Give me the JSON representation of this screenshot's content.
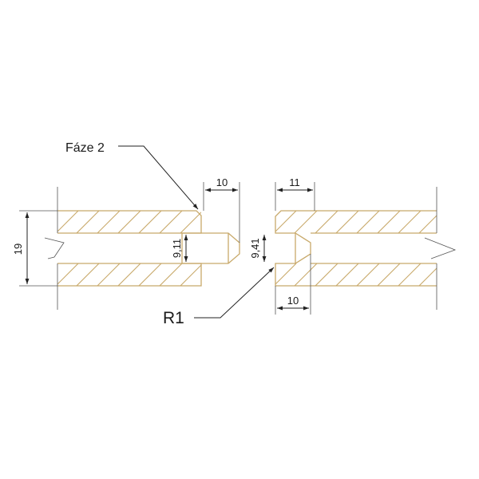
{
  "colors": {
    "board_outline": "#c8a96a",
    "dimension": "#222222",
    "background": "#ffffff"
  },
  "labels": {
    "chamfer": "Fáze 2",
    "radius": "R1"
  },
  "dimensions": {
    "thickness": "19",
    "tongue_length_left": "10",
    "tongue_width_left": "9,11",
    "groove_depth_top": "11",
    "groove_depth_bottom": "10",
    "groove_width": "9,41"
  }
}
